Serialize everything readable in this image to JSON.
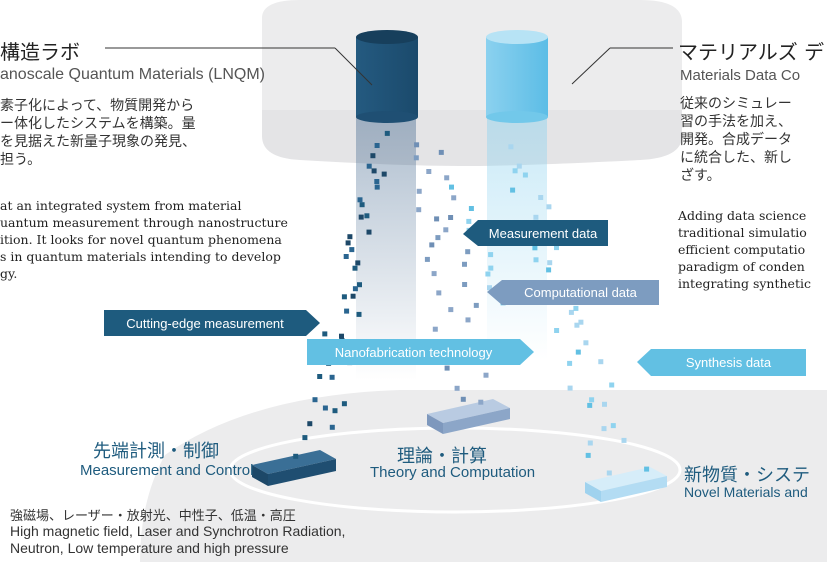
{
  "left_panel": {
    "title_jp": "構造ラボ",
    "title_en": "anoscale Quantum Materials (LNQM)",
    "desc_jp": [
      "素子化によって、物質開発から",
      "ー体化したシステムを構築。量",
      "を見据えた新量子現象の発見、",
      "担う。"
    ],
    "desc_en": [
      "at an integrated system from material",
      "uantum measurement through nanostructure",
      "ition. It looks for novel quantum phenomena",
      "s in quantum materials intending to develop",
      "gy."
    ]
  },
  "right_panel": {
    "title_jp": "マテリアルズ デ",
    "title_en": "Materials Data Co",
    "desc_jp": [
      "従来のシミュレー",
      "習の手法を加え、",
      "開発。合成データ",
      "に統合した、新し",
      "ざす。"
    ],
    "desc_en": [
      "Adding data science",
      "traditional simulatio",
      "efficient computatio",
      "paradigm of conden",
      "integrating synthetic"
    ]
  },
  "tags": {
    "measurement_data": "Measurement data",
    "computational_data": "Computational data",
    "cutting_edge": "Cutting-edge measurement",
    "nanofabrication": "Nanofabrication technology",
    "synthesis_data": "Synthesis data"
  },
  "blocks": {
    "measurement": {
      "jp": "先端計測・制御",
      "en": "Measurement and Control"
    },
    "theory": {
      "jp": "理論・計算",
      "en": "Theory and Computation"
    },
    "novel": {
      "jp": "新物質・システ",
      "en": "Novel Materials and"
    }
  },
  "footer": {
    "jp": "強磁場、レーザー・放射光、中性子、低温・高圧",
    "en1": "High magnetic field, Laser and Synchrotron Radiation,",
    "en2": "Neutron, Low temperature and high pressure"
  },
  "colors": {
    "dark_blue": "#1e5b7e",
    "mid_blue": "#4f86b8",
    "light_blue": "#62c0e3",
    "slate_blue": "#7d9cc0",
    "pale_blue": "#a9d6ef"
  }
}
